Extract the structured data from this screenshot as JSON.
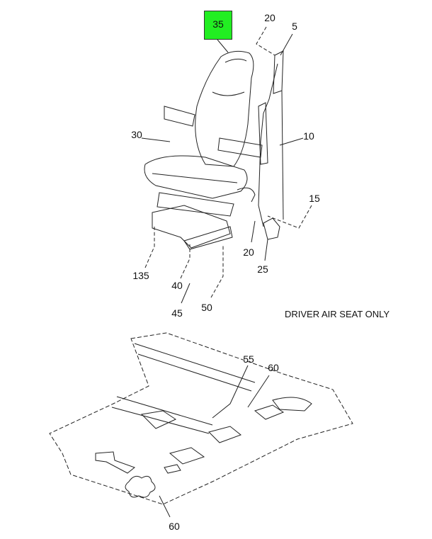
{
  "highlighted_callout": {
    "label": "35",
    "color": "#22ee22"
  },
  "callouts": [
    "20",
    "5",
    "30",
    "10",
    "15",
    "135",
    "20",
    "25",
    "40",
    "45",
    "50",
    "55",
    "60",
    "60"
  ],
  "note": "DRIVER AIR SEAT ONLY"
}
